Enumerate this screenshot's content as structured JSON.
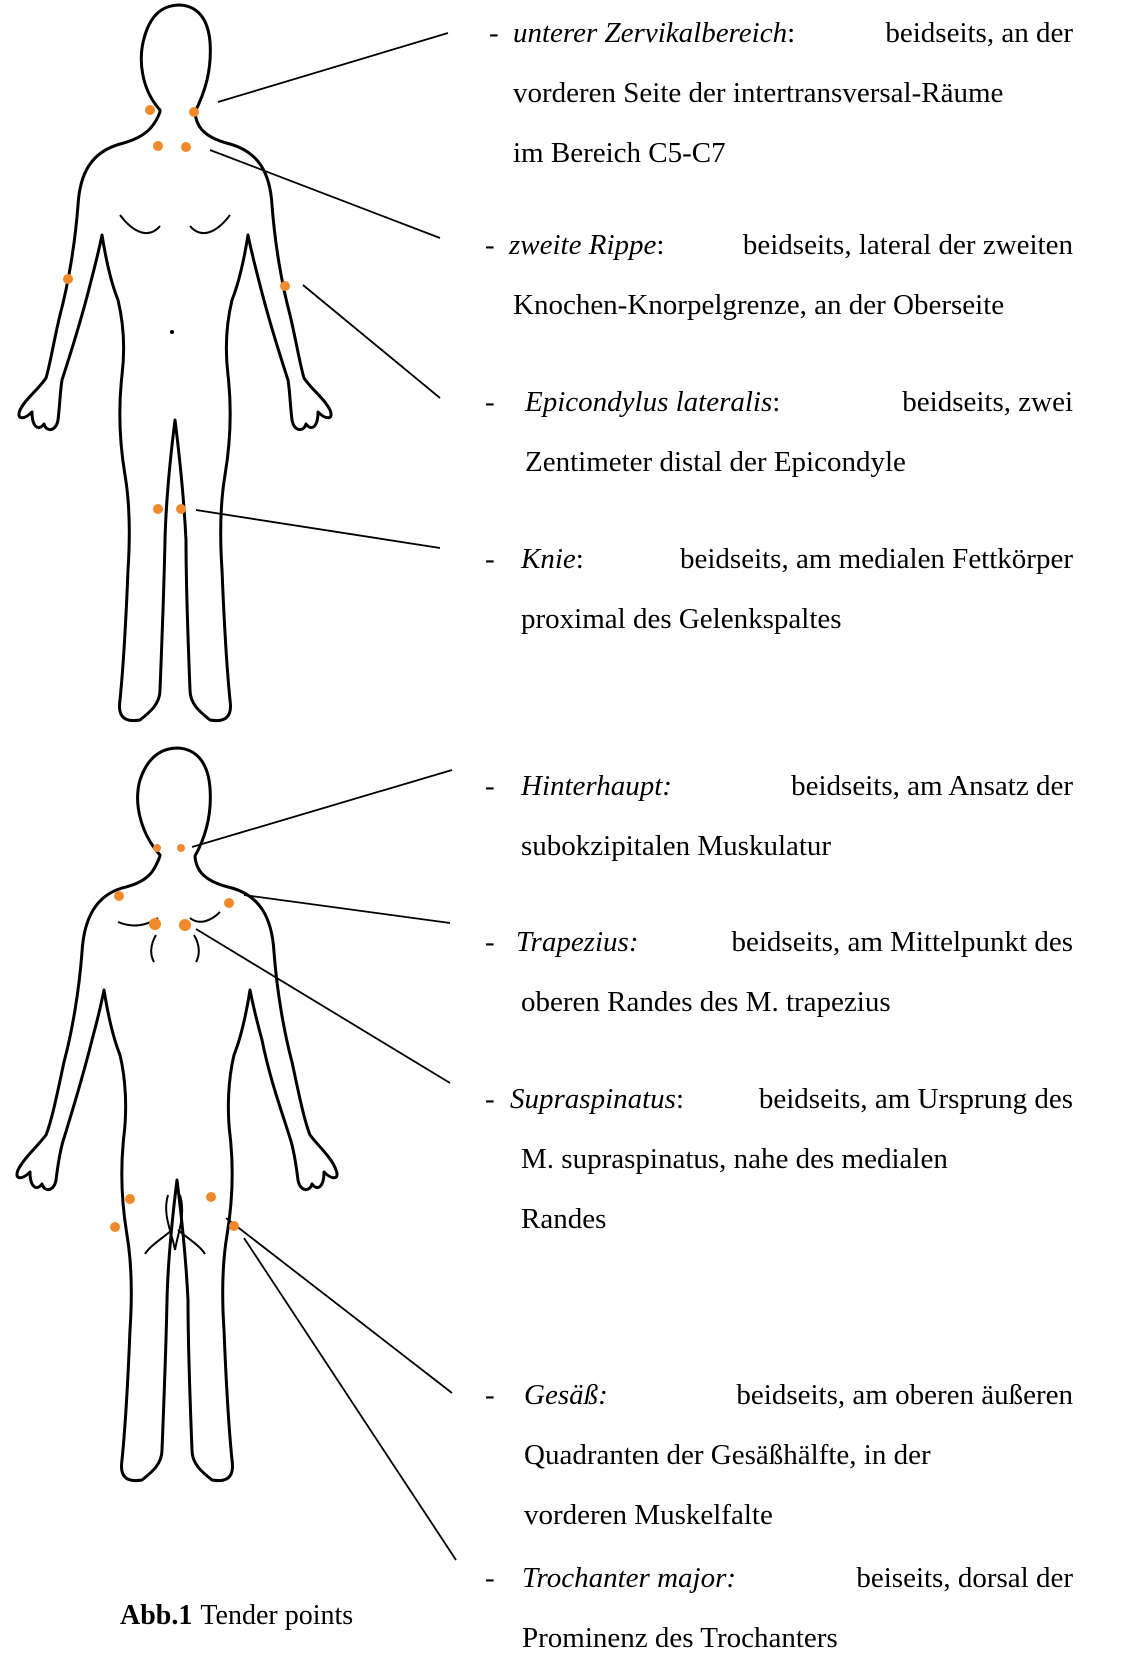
{
  "dot_color": "#f28a2c",
  "line_color": "#000000",
  "front_labels": [
    {
      "term": "unterer Zervikalbereich",
      "term_punct": ":",
      "lines": [
        "beidseits, an der",
        "vorderen Seite der intertransversal-Räume",
        "im Bereich C5-C7"
      ]
    },
    {
      "term": "zweite Rippe",
      "term_punct": ":",
      "lines": [
        "beidseits, lateral der zweiten",
        "Knochen-Knorpelgrenze, an der Oberseite"
      ]
    },
    {
      "term": "Epicondylus lateralis",
      "term_punct": ":",
      "lines": [
        "beidseits, zwei",
        "Zentimeter distal der Epicondyle"
      ]
    },
    {
      "term": "Knie",
      "term_punct": ":",
      "lines": [
        "beidseits, am medialen Fettkörper",
        "proximal des Gelenkspaltes"
      ]
    }
  ],
  "back_labels": [
    {
      "term": "Hinterhaupt:",
      "term_punct": "",
      "lines": [
        "beidseits, am Ansatz der",
        "subokzipitalen Muskulatur"
      ]
    },
    {
      "term": "Trapezius:",
      "term_punct": "",
      "lines": [
        "beidseits, am Mittelpunkt des",
        "oberen Randes des M. trapezius"
      ]
    },
    {
      "term": "Supraspinatus",
      "term_punct": ":",
      "lines": [
        "beidseits, am Ursprung des",
        "M. supraspinatus, nahe des medialen",
        "Randes"
      ]
    },
    {
      "term": "Gesäß:",
      "term_punct": "",
      "lines": [
        "beidseits, am oberen äußeren",
        "Quadranten der Gesäßhälfte, in der",
        "vorderen Muskelfalte"
      ]
    },
    {
      "term": "Trochanter major:",
      "term_punct": "",
      "lines": [
        "beiseits, dorsal der",
        "Prominenz des Trochanters"
      ]
    }
  ],
  "caption": {
    "number": "Abb.1",
    "text": "Tender points"
  }
}
